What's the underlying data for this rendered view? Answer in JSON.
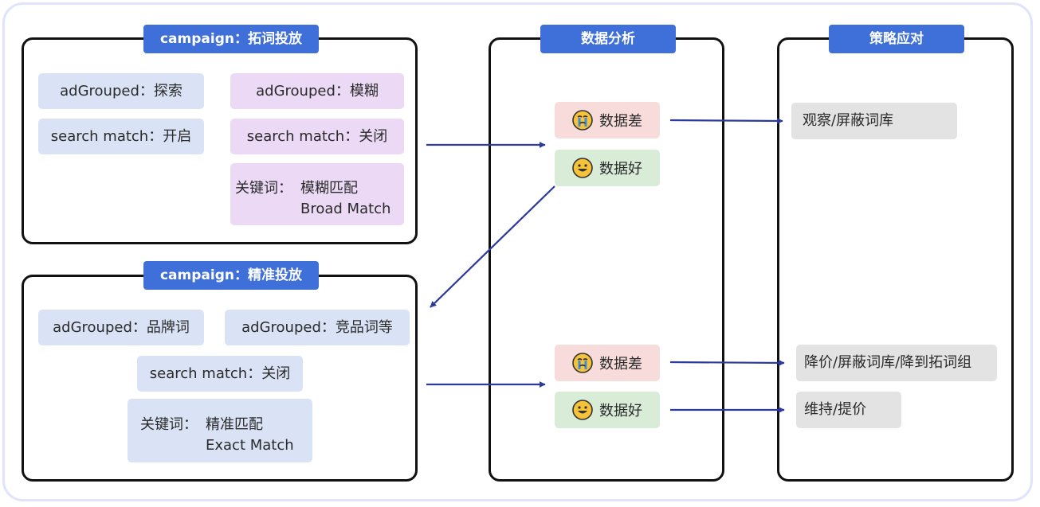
{
  "campaign_broad": {
    "title": "campaign：拓词投放",
    "group_explore": "adGrouped：探索",
    "group_fuzzy": "adGrouped：模糊",
    "search_on": "search match：开启",
    "search_off": "search match：关闭",
    "kw_label": "关键词：",
    "kw_line1": "模糊匹配",
    "kw_line2": "Broad Match"
  },
  "campaign_exact": {
    "title": "campaign：精准投放",
    "group_brand": "adGrouped：品牌词",
    "group_competitor": "adGrouped：竞品词等",
    "search_off": "search match：关闭",
    "kw_label": "关键词：",
    "kw_line1": "精准匹配",
    "kw_line2": "Exact Match"
  },
  "analysis": {
    "title": "数据分析",
    "bad_top": "数据差",
    "good_top": "数据好",
    "bad_bottom": "数据差",
    "good_bottom": "数据好"
  },
  "strategy": {
    "title": "策略应对",
    "observe": "观察/屏蔽词库",
    "lower": "降价/屏蔽词库/降到拓词组",
    "keep": "维持/提价"
  },
  "icons": {
    "bad": "crying-face-icon",
    "good": "smiling-face-icon"
  },
  "colors": {
    "header_bg": "#3f6fd9",
    "arrow": "#2c3a9c",
    "blue_box": "#d9e3f5",
    "purple_box": "#ebd9f5",
    "gray_box": "#e3e3e3",
    "bad_bg": "#f8dcdc",
    "good_bg": "#d8ecd8"
  }
}
